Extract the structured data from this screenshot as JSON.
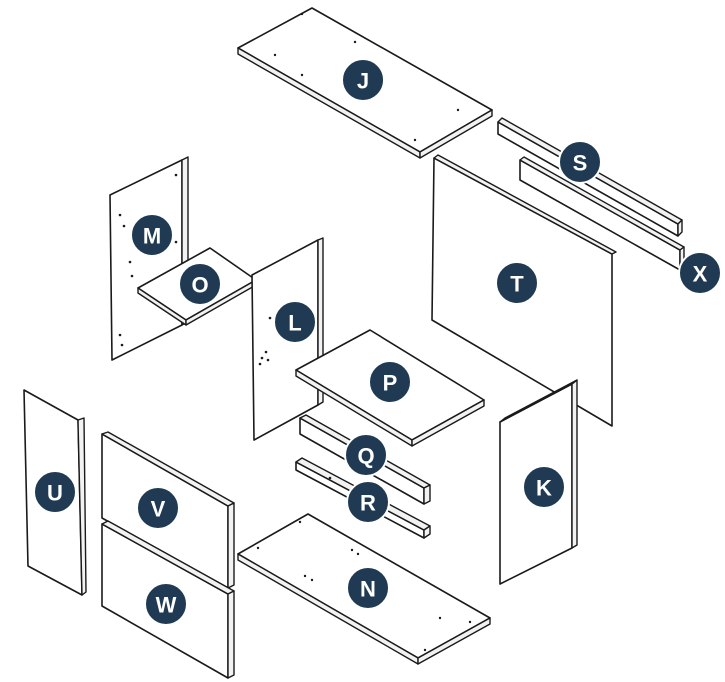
{
  "badge_color": "#1f3a52",
  "parts": {
    "J": "J",
    "S": "S",
    "X": "X",
    "T": "T",
    "M": "M",
    "O": "O",
    "L": "L",
    "P": "P",
    "Q": "Q",
    "R": "R",
    "K": "K",
    "U": "U",
    "V": "V",
    "W": "W",
    "N": "N"
  }
}
